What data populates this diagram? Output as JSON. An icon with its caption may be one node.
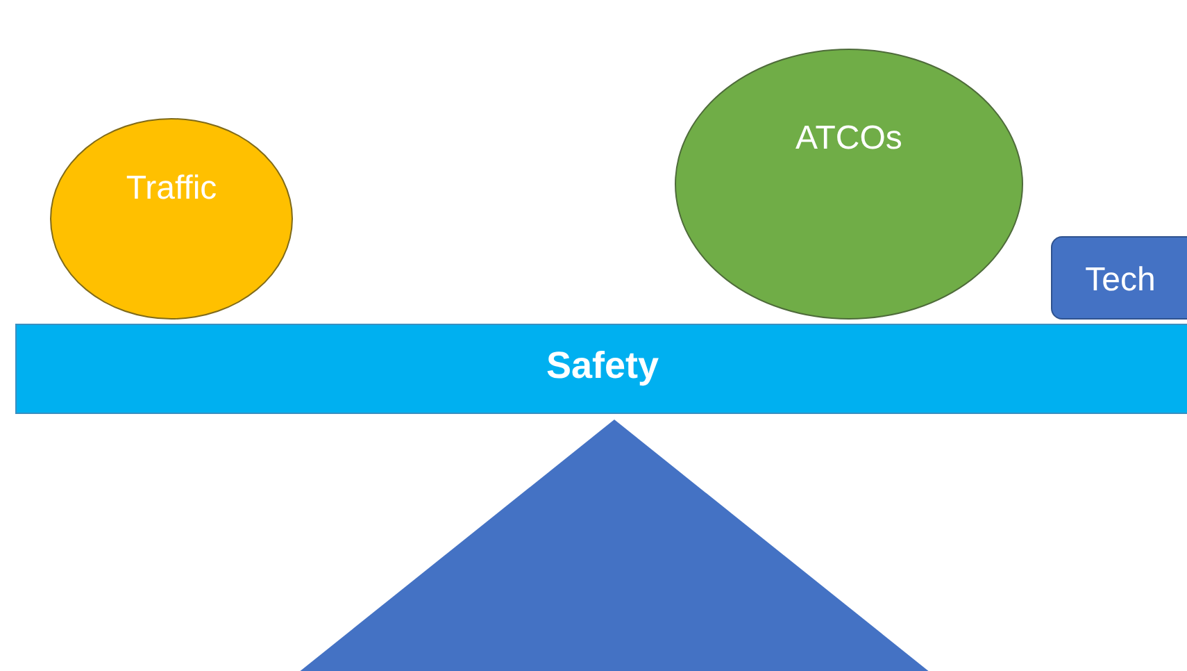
{
  "diagram": {
    "nodes": [
      {
        "text": [
          "Traffic"
        ]
      },
      {
        "text": [
          "ATCOs"
        ]
      },
      {
        "text": [
          "Tech"
        ]
      },
      {
        "text": [
          "Safety"
        ]
      },
      {
        "text": [],
        "shape": "triangle"
      }
    ]
  }
}
